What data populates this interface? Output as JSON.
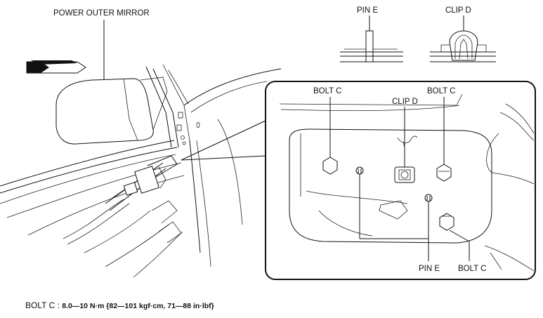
{
  "labels": {
    "mirror": "POWER OUTER MIRROR",
    "pin_e_top": "PIN E",
    "clip_d_top": "CLIP D",
    "bolt_c_left": "BOLT C",
    "clip_d_detail": "CLIP D",
    "bolt_c_right": "BOLT C",
    "pin_e_bottom": "PIN E",
    "bolt_c_bottom": "BOLT C"
  },
  "torque": {
    "name": "BOLT C :",
    "spec": "8.0—10 N·m {82—101 kgf·cm, 71—88 in·lbf}"
  }
}
